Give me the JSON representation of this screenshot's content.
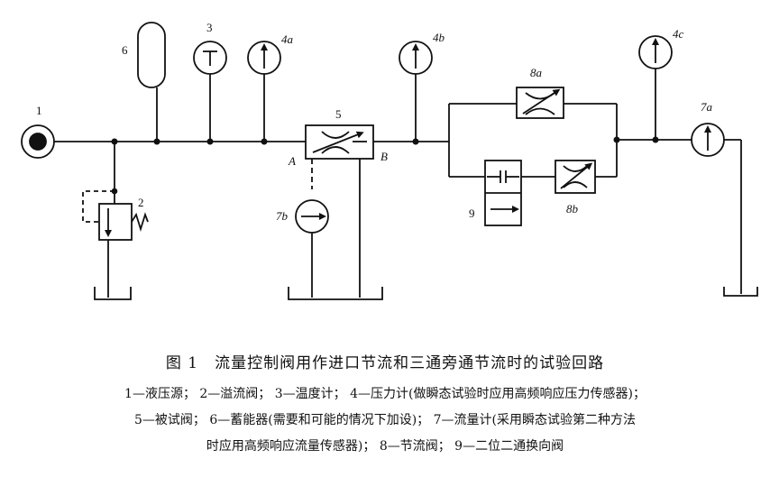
{
  "diagram": {
    "labels": {
      "c1": "1",
      "c2": "2",
      "c3": "3",
      "c4a": "4a",
      "c4b": "4b",
      "c4c": "4c",
      "c5": "5",
      "c6": "6",
      "c7a": "7a",
      "c7b": "7b",
      "c8a": "8a",
      "c8b": "8b",
      "c9": "9",
      "portA": "A",
      "portB": "B"
    }
  },
  "caption": {
    "title": "图 1　流量控制阀用作进口节流和三通旁通节流时的试验回路",
    "line1": "1—液压源；  2—溢流阀；  3—温度计；  4—压力计(做瞬态试验时应用高频响应压力传感器)；",
    "line2": "5—被试阀；  6—蓄能器(需要和可能的情况下加设)；  7—流量计(采用瞬态试验第二种方法",
    "line3": "时应用高频响应流量传感器)；  8—节流阀；  9—二位二通换向阀"
  }
}
